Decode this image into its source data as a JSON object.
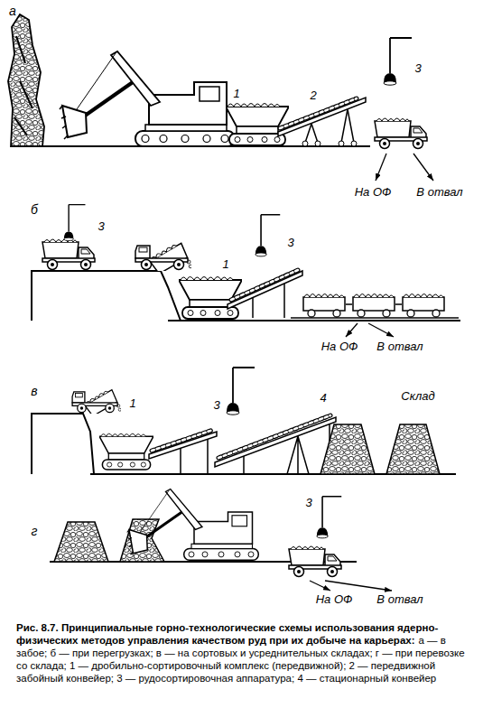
{
  "diagram": {
    "caption": "Рис. 8.7. Принципиальные горно-технологические схемы использования ядерно-физических методов управления качеством руд при их добыче на карьерах:",
    "labels": [
      "а",
      "3",
      "1",
      "2",
      "На ОФ",
      "В отвал",
      "б",
      "3",
      "3",
      "1",
      "На ОФ",
      "В отвал",
      "в",
      "1",
      "3",
      "4",
      "Склад",
      "г",
      "3",
      "На ОФ",
      "В отвал",
      "а — в забое; б — при перегрузках; в — на сортовых и усреднительных складах; г — при перевозке со склада; 1 — дробильно-сортировочный комплекс (передвижной); 2 — передвижной забойный конвейер; 3 — рудосортировочная аппаратура; 4 — стационарный конвейер"
    ]
  }
}
